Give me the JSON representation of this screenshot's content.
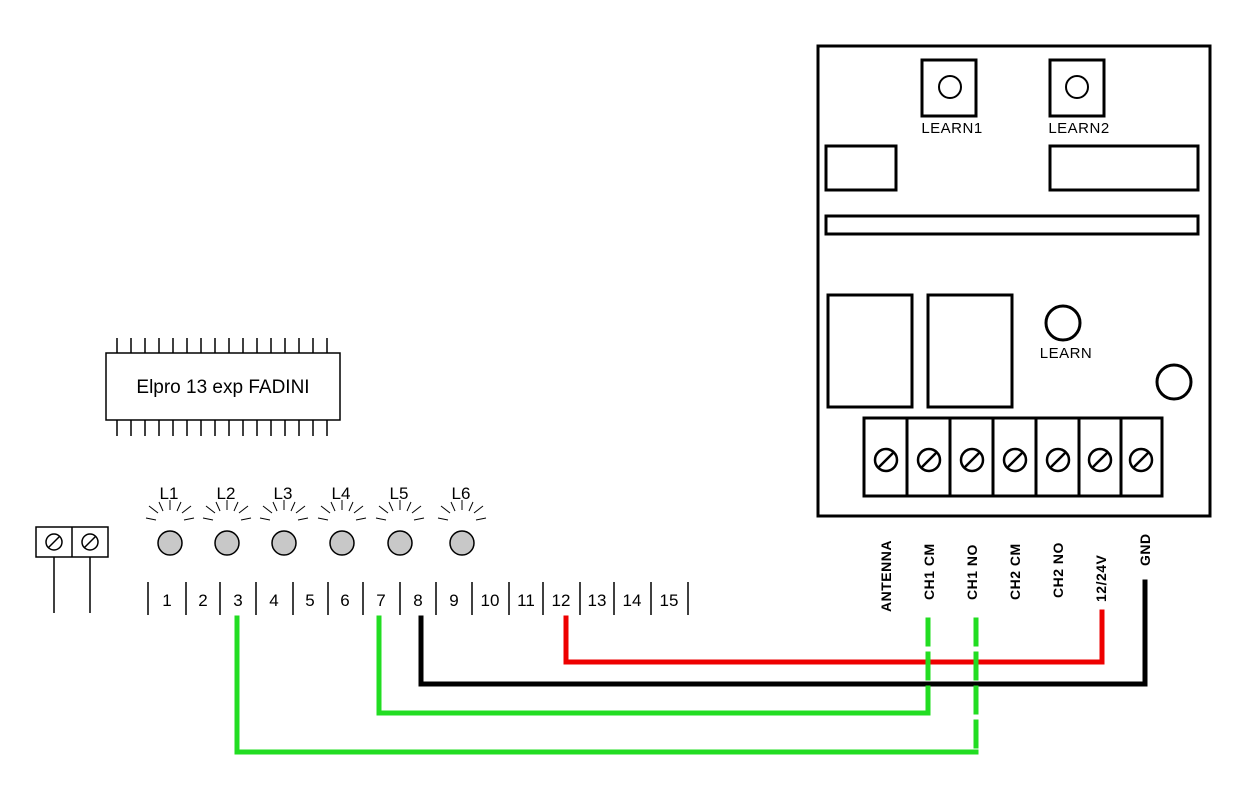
{
  "chip": {
    "label": "Elpro 13 exp FADINI"
  },
  "leds": [
    {
      "label": "L1"
    },
    {
      "label": "L2"
    },
    {
      "label": "L3"
    },
    {
      "label": "L4"
    },
    {
      "label": "L5"
    },
    {
      "label": "L6"
    }
  ],
  "terminal_strip": {
    "numbers": [
      "1",
      "2",
      "3",
      "4",
      "5",
      "6",
      "7",
      "8",
      "9",
      "10",
      "11",
      "12",
      "13",
      "14",
      "15"
    ]
  },
  "receiver": {
    "learn1": "LEARN1",
    "learn2": "LEARN2",
    "learn": "LEARN",
    "terminals": [
      "ANTENNA",
      "CH1 CM",
      "CH1 NO",
      "CH2 CM",
      "CH2 NO",
      "12/24V",
      "GND"
    ]
  },
  "colors": {
    "wire_green": "#22dd22",
    "wire_red": "#ee0000",
    "wire_black": "#000000",
    "led_fill": "#c8c8c8"
  },
  "connections": [
    {
      "from_terminal": "3",
      "to": "CH1 NO",
      "color": "green"
    },
    {
      "from_terminal": "7",
      "to": "CH1 CM",
      "color": "green"
    },
    {
      "from_terminal": "8",
      "to": "GND",
      "color": "black"
    },
    {
      "from_terminal": "12",
      "to": "12/24V",
      "color": "red"
    }
  ]
}
